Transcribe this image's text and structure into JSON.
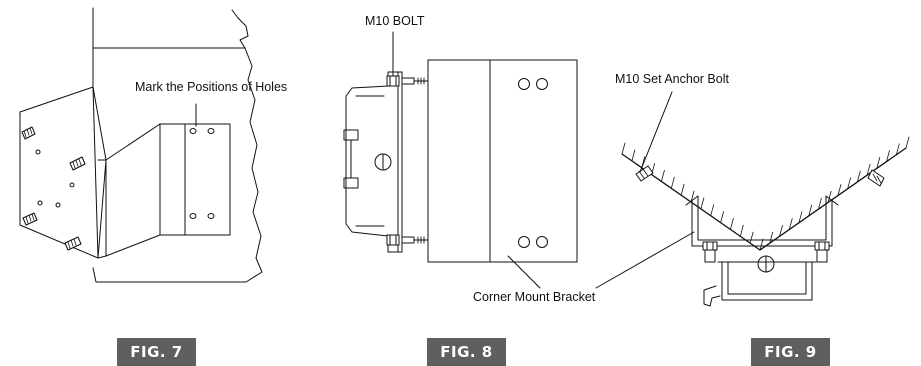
{
  "fig7": {
    "label": "FIG. 7",
    "callout": "Mark the Positions of Holes"
  },
  "fig8": {
    "label": "FIG. 8",
    "callout_bolt": "M10 BOLT",
    "callout_bracket": "Corner Mount Bracket"
  },
  "fig9": {
    "label": "FIG. 9",
    "callout_anchor": "M10 Set Anchor Bolt"
  },
  "colors": {
    "label_bg": "#5f5f5f",
    "label_text": "#ffffff",
    "line": "#111111"
  }
}
